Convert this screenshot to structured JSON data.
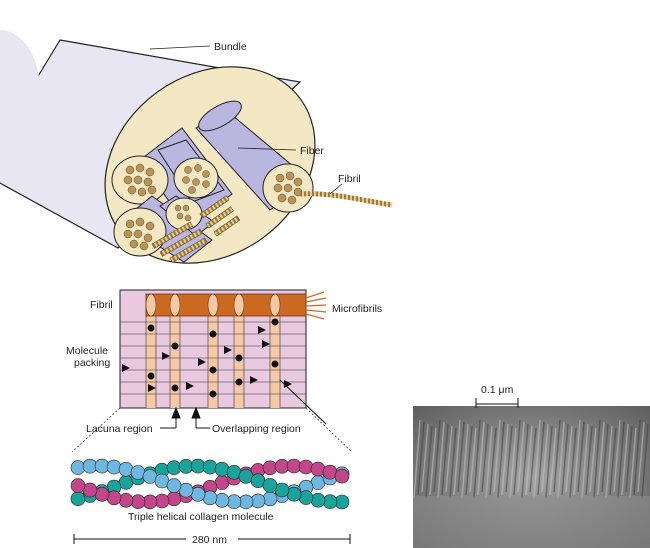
{
  "labels": {
    "bundle": "Bundle",
    "fiber": "Fiber",
    "fibril": "Fibril",
    "fibril_left": "Fibril",
    "microfibrils": "Microfibrils",
    "molecule_packing_1": "Molecule",
    "molecule_packing_2": "packing",
    "lacuna_region": "Lacuna region",
    "overlapping_region": "Overlapping region",
    "triple_helix": "Triple helical collagen molecule",
    "length": "280 nm",
    "scale_bar": "0.1 μm"
  },
  "colors": {
    "bundle_fill": "#e9e6f3",
    "fiber_fill": "#b9b7e0",
    "matrix_fill": "#f4e8c4",
    "fibril_dot": "#b8935a",
    "stripe_orange": "#cc6a22",
    "packing_bg": "#e8c9df",
    "peach_column": "#f6c9a6",
    "helix_magenta": "#c2468a",
    "helix_teal": "#1aa39a",
    "helix_blue": "#6fb6e0"
  }
}
